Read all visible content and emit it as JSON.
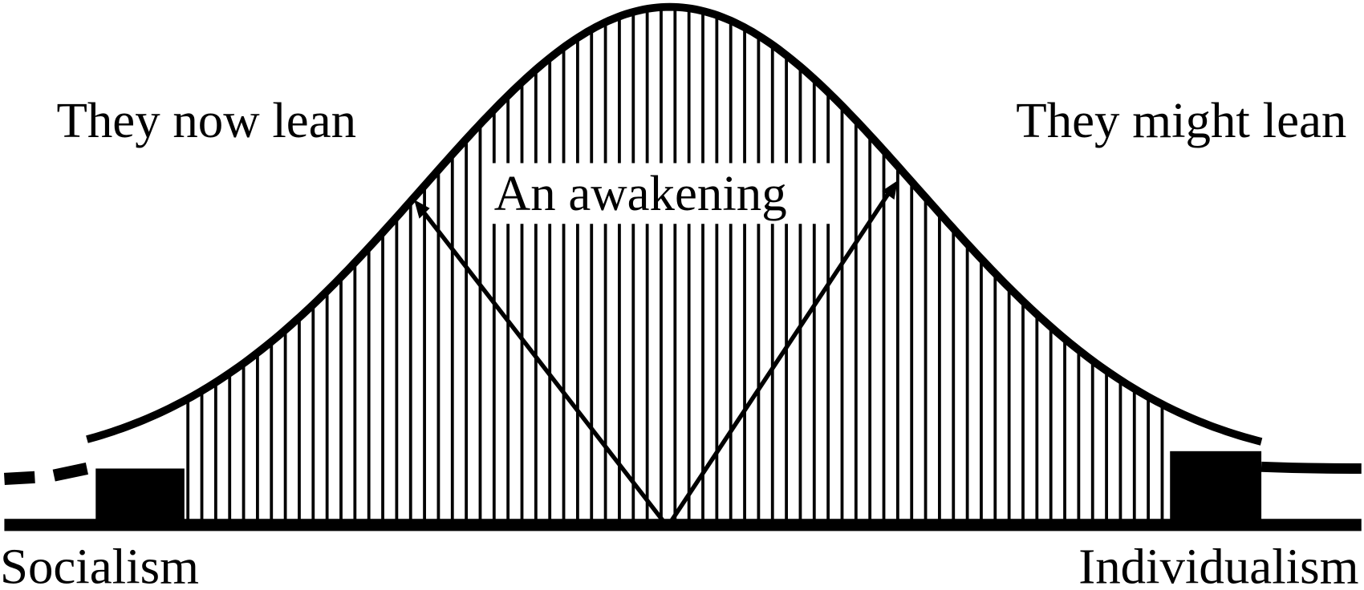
{
  "labels": {
    "left_top": "They now lean",
    "right_top": "They might lean",
    "center": "An awakening",
    "left_axis": "Socialism",
    "right_axis": "Individualism"
  },
  "colors": {
    "ink": "#000000",
    "paper": "#ffffff"
  }
}
